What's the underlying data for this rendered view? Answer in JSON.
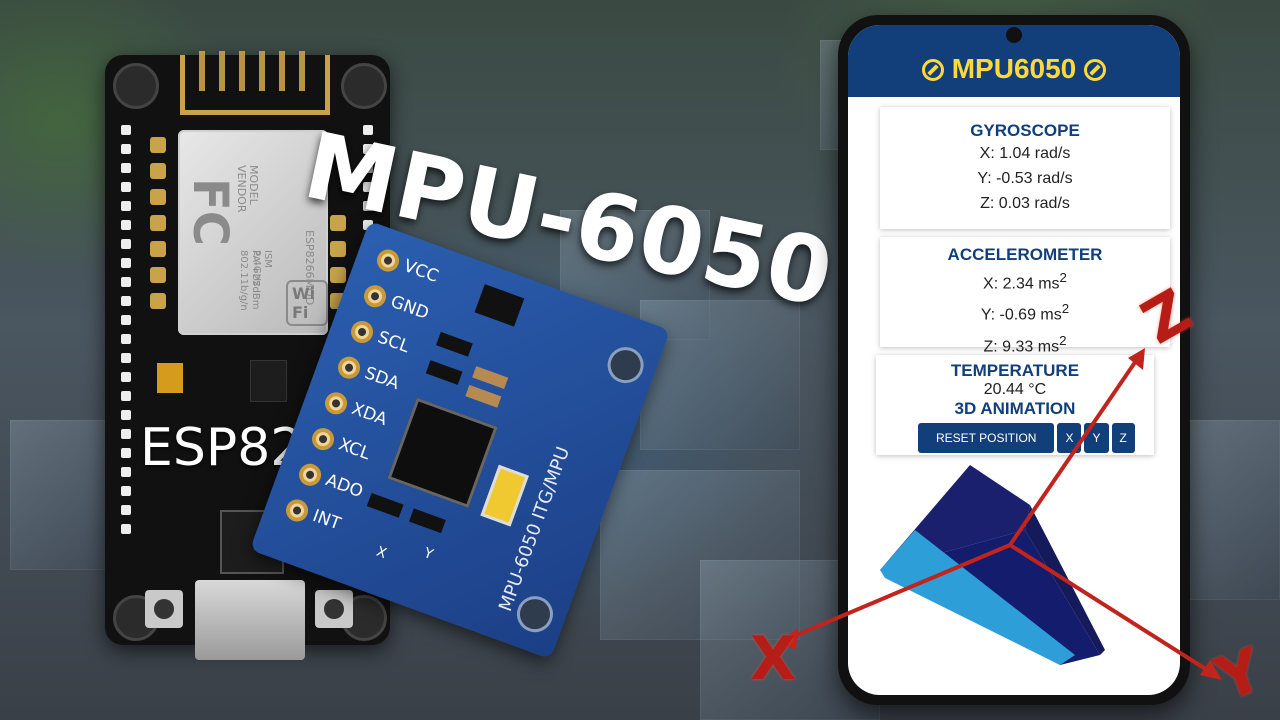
{
  "thumbnail": {
    "title": "MPU-6050",
    "board_label": "ESP8266"
  },
  "esp_module": {
    "shield_lines": [
      "FC",
      "MODEL",
      "VENDOR",
      "ESP8266MOD",
      "ISM 2.4GHz",
      "PA +25dBm",
      "802.11b/g/n"
    ],
    "wifi_badge": "Wi Fi"
  },
  "mpu_board": {
    "pins": [
      "VCC",
      "GND",
      "SCL",
      "SDA",
      "XDA",
      "XCL",
      "ADO",
      "INT"
    ],
    "print": "MPU-6050 ITG/MPU",
    "axis_x": "X",
    "axis_y": "Y"
  },
  "app": {
    "title": "MPU6050",
    "title_icon": "compass-icon",
    "gyroscope": {
      "heading": "GYROSCOPE",
      "x": "X: 1.04 rad/s",
      "y": "Y: -0.53 rad/s",
      "z": "Z: 0.03 rad/s"
    },
    "accelerometer": {
      "heading": "ACCELEROMETER",
      "x": "X: 2.34 ms",
      "y": "Y: -0.69 ms",
      "z": "Z: 9.33 ms",
      "unit_sup": "2"
    },
    "temperature": {
      "heading": "TEMPERATURE",
      "value": "20.44 °C"
    },
    "animation": {
      "heading": "3D ANIMATION",
      "reset_label": "RESET POSITION",
      "x_label": "X",
      "y_label": "Y",
      "z_label": "Z"
    }
  },
  "axes_overlay": {
    "x": "X",
    "y": "Y",
    "z": "Z",
    "color": "#b71d17"
  },
  "colors": {
    "app_bar": "#123f7a",
    "app_title": "#ffd83b",
    "shape_dark": "#141c6e",
    "shape_light": "#2e9ed9"
  }
}
